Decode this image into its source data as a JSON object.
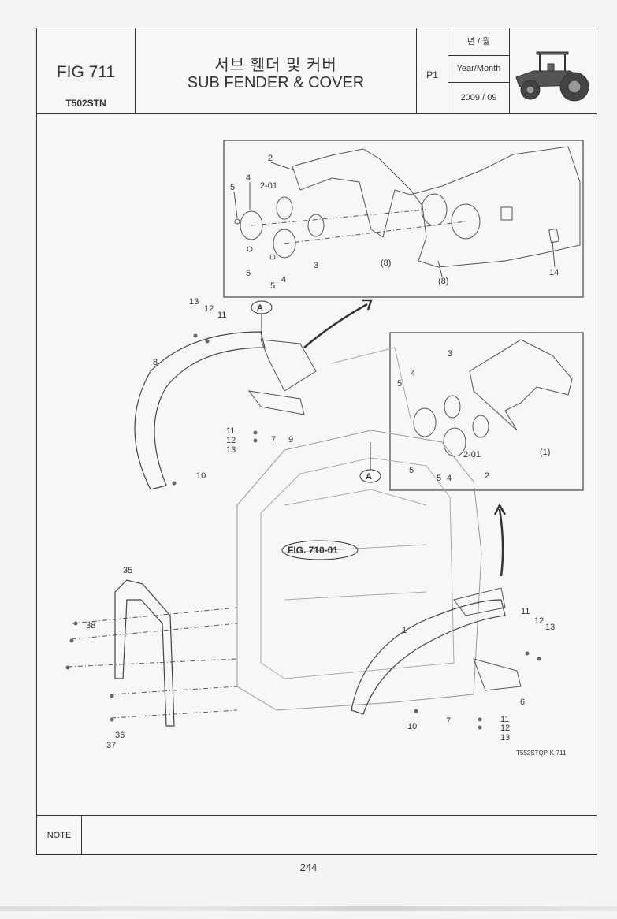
{
  "header": {
    "fig_number": "FIG 711",
    "model": "T502STN",
    "title_korean": "서브 휀더 및 커버",
    "title_english": "SUB FENDER & COVER",
    "page": "P1",
    "date_label_korean": "년 / 월",
    "date_label_english": "Year/Month",
    "date_value": "2009 / 09"
  },
  "diagram": {
    "drawing_code": "T552STQP-K-711",
    "reference_label": "FIG. 710-01",
    "view_marker": "A",
    "callouts": {
      "c1": "1",
      "c2": "2",
      "c2_01": "2-01",
      "c3": "3",
      "c4": "4",
      "c5": "5",
      "c6": "6",
      "c7": "7",
      "c8": "8",
      "c9": "9",
      "c10": "10",
      "c11": "11",
      "c12": "12",
      "c13": "13",
      "c14": "14",
      "c35": "35",
      "c36": "36",
      "c37": "37",
      "c38": "38",
      "ref8": "(8)",
      "ref1": "(1)"
    }
  },
  "footer": {
    "note_label": "NOTE",
    "page_number": "244"
  }
}
